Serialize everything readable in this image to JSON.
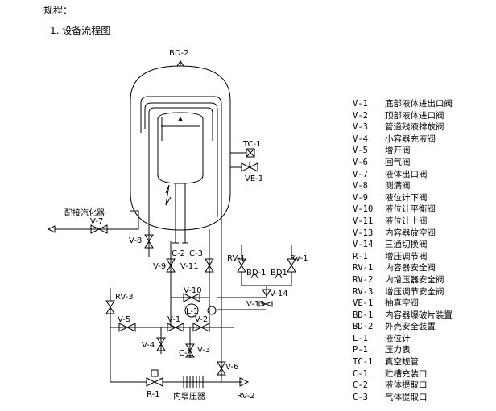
{
  "header": {
    "title": "规程：",
    "section": "1.  设备流程图"
  },
  "diagram": {
    "vessel_top_label": "BD-2",
    "side_label": "配接汽化器",
    "booster_label": "内增压器",
    "labels": {
      "tc1": "TC-1",
      "ve1": "VE-1",
      "c2": "C-2",
      "c3": "C-3",
      "v7": "V-7",
      "v8": "V-8",
      "v9": "V-9",
      "v11": "V-11",
      "v10": "V-10",
      "l1": "L-1",
      "v1": "V-1",
      "v2": "V-2",
      "v3": "V-3",
      "v4": "V-4",
      "v5": "V-5",
      "v6": "V-6",
      "v13": "V-13",
      "v14": "V-14",
      "c1": "C-1",
      "r1": "R-1",
      "rv1a": "RV-1",
      "rv1b": "RV-1",
      "rv3": "RV-3",
      "rv2": "RV-2",
      "bd1a": "BD-1",
      "bd1b": "BD1"
    }
  },
  "legend": [
    {
      "code": "V-1",
      "desc": "底部液体进出口阀"
    },
    {
      "code": "V-2",
      "desc": "顶部液体进口阀"
    },
    {
      "code": "V-3",
      "desc": "管道残液排放阀"
    },
    {
      "code": "V-4",
      "desc": "小容器充液阀"
    },
    {
      "code": "V-5",
      "desc": "增开阀"
    },
    {
      "code": "V-6",
      "desc": "回气阀"
    },
    {
      "code": "V-7",
      "desc": "液体出口阀"
    },
    {
      "code": "V-8",
      "desc": "测满阀"
    },
    {
      "code": "V-9",
      "desc": "液位计下阀"
    },
    {
      "code": "V-10",
      "desc": "液位计平衡阀"
    },
    {
      "code": "V-11",
      "desc": "液位计上阀"
    },
    {
      "code": "V-13",
      "desc": "内容器放空阀"
    },
    {
      "code": "V-14",
      "desc": "三通切换阀"
    },
    {
      "code": "R-1",
      "desc": "增压调节阀"
    },
    {
      "code": "RV-1",
      "desc": "内容器安全阀"
    },
    {
      "code": "RV-2",
      "desc": "内增压器安全阀"
    },
    {
      "code": "RV-3",
      "desc": "增压调节安全阀"
    },
    {
      "code": "VE-1",
      "desc": "抽真空阀"
    },
    {
      "code": "BD-1",
      "desc": "内容器爆破片装置"
    },
    {
      "code": "BD-2",
      "desc": "外壳安全装置"
    },
    {
      "code": "L-1",
      "desc": "液位计"
    },
    {
      "code": "P-1",
      "desc": "压力表"
    },
    {
      "code": "TC-1",
      "desc": "真空规管"
    },
    {
      "code": "C-1",
      "desc": "贮槽充装口"
    },
    {
      "code": "C-2",
      "desc": "液体提取口"
    },
    {
      "code": "C-3",
      "desc": "气体提取口"
    }
  ]
}
